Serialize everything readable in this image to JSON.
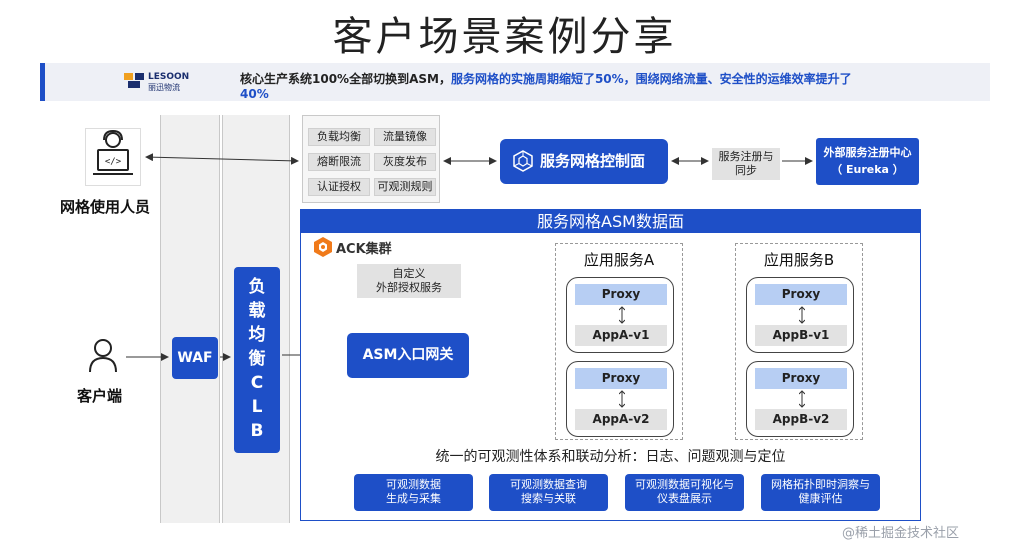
{
  "title": "客户场景案例分享",
  "banner": {
    "logo_text": "LESOON",
    "logo_subtext": "丽迅物流",
    "text_dark": "核心生产系统100%全部切换到ASM，",
    "text_blue": "服务网格的实施周期缩短了50%，围绕网络流量、安全性的运维效率提升了40%"
  },
  "features": [
    "负载均衡",
    "流量镜像",
    "熔断限流",
    "灰度发布",
    "认证授权",
    "可观测规则"
  ],
  "control_plane": "服务网格控制面",
  "registry_label_1": "服务注册与",
  "registry_label_2": "同步",
  "eureka_1": "外部服务注册中心",
  "eureka_2": "（ Eureka ）",
  "mesh_user": "网格使用人员",
  "client": "客户端",
  "waf": "WAF",
  "clb_chars": [
    "负",
    "载",
    "均",
    "衡",
    "C",
    "L",
    "B"
  ],
  "data_plane_title": "服务网格ASM数据面",
  "ack_cluster": "ACK集群",
  "auth_1": "自定义",
  "auth_2": "外部授权服务",
  "asm_gateway": "ASM入口网关",
  "service_a": {
    "title": "应用服务A",
    "pods": [
      {
        "proxy": "Proxy",
        "app": "AppA-v1"
      },
      {
        "proxy": "Proxy",
        "app": "AppA-v2"
      }
    ]
  },
  "service_b": {
    "title": "应用服务B",
    "pods": [
      {
        "proxy": "Proxy",
        "app": "AppB-v1"
      },
      {
        "proxy": "Proxy",
        "app": "AppB-v2"
      }
    ]
  },
  "observability_title": "统一的可观测性体系和联动分析：日志、问题观测与定位",
  "observability_items": [
    {
      "l1": "可观测数据",
      "l2": "生成与采集"
    },
    {
      "l1": "可观测数据查询",
      "l2": "搜索与关联"
    },
    {
      "l1": "可观测数据可视化与",
      "l2": "仪表盘展示"
    },
    {
      "l1": "网格拓扑即时洞察与",
      "l2": "健康评估"
    }
  ],
  "watermark": "@稀土掘金技术社区",
  "colors": {
    "primary": "#1e4fc7",
    "proxy": "#b7cef3",
    "gray": "#e2e2e2",
    "orange": "#f07a1a"
  }
}
